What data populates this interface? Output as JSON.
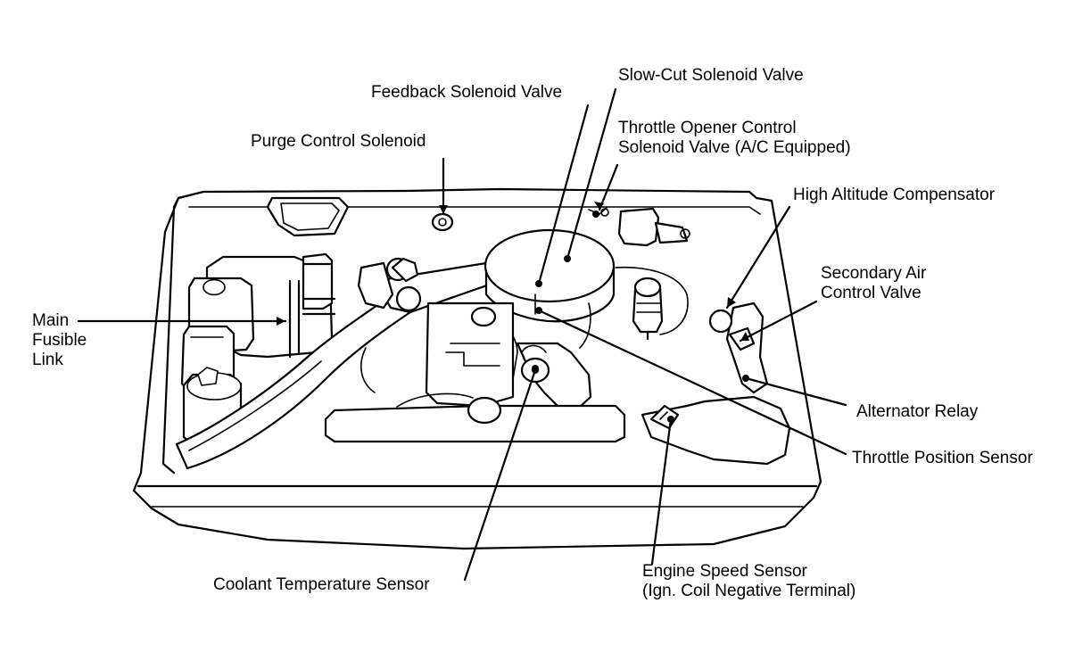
{
  "labels": {
    "slow_cut": "Slow-Cut Solenoid Valve",
    "feedback": "Feedback Solenoid Valve",
    "throttle_opener": [
      "Throttle Opener Control",
      "Solenoid Valve (A/C Equipped)"
    ],
    "purge": "Purge Control Solenoid",
    "high_altitude": "High Altitude Compensator",
    "secondary_air": [
      "Secondary Air",
      "Control Valve"
    ],
    "main_fusible": [
      "Main",
      "Fusible",
      "Link"
    ],
    "alternator_relay": "Alternator Relay",
    "throttle_position": "Throttle Position Sensor",
    "coolant_temp": "Coolant Temperature Sensor",
    "engine_speed": [
      "Engine Speed Sensor",
      "(Ign. Coil Negative Terminal)"
    ]
  },
  "colors": {
    "ink": "#000000",
    "paper": "#ffffff"
  }
}
